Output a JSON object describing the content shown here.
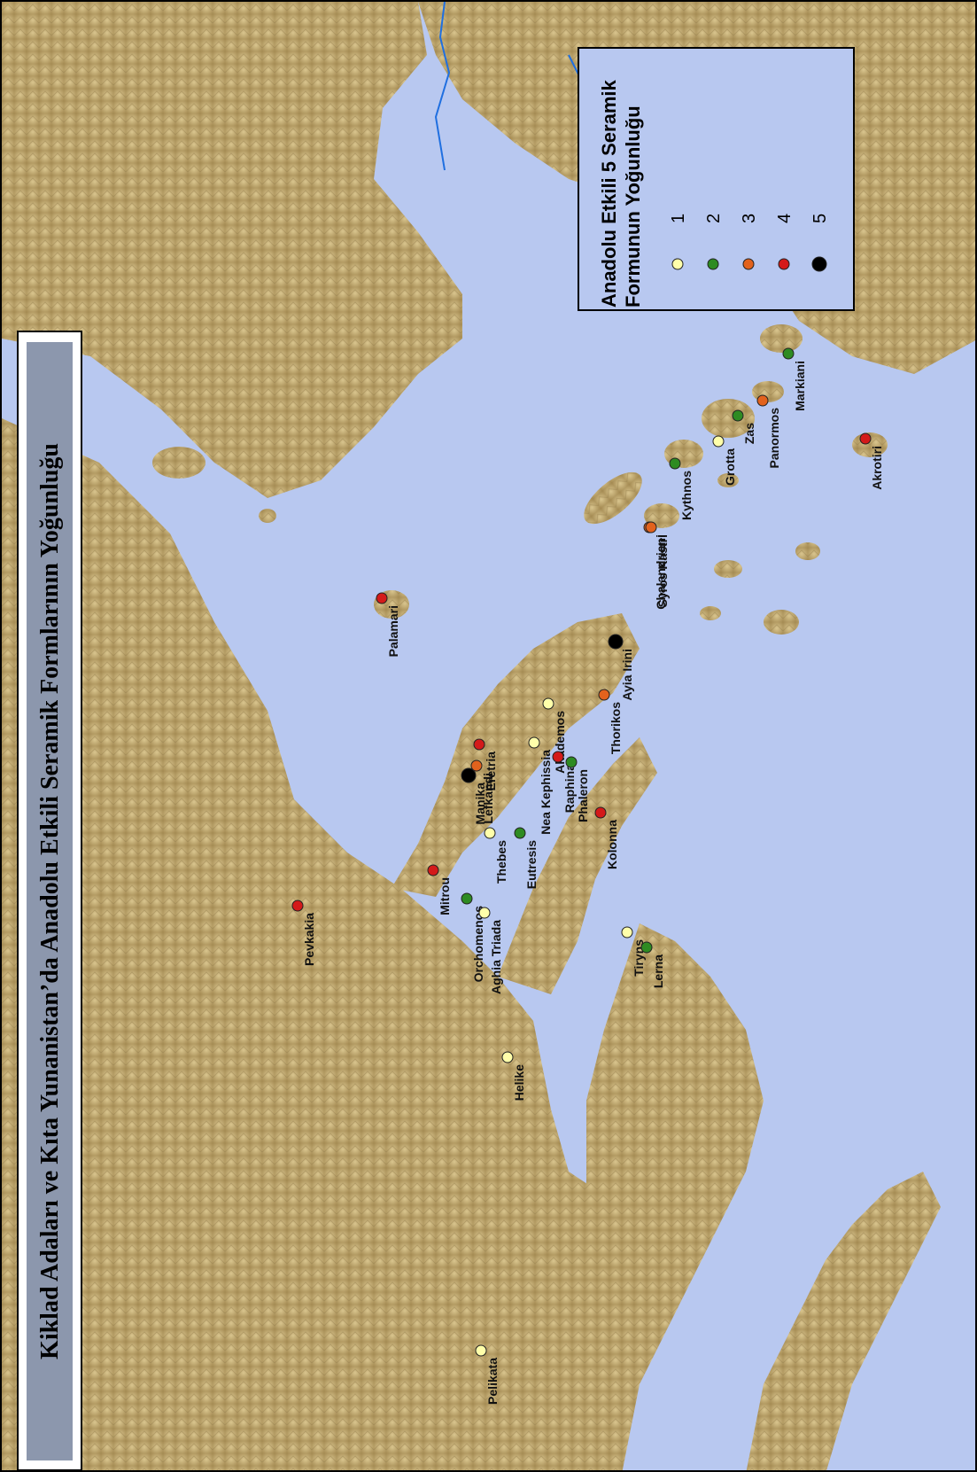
{
  "title": "Kiklad Adaları ve Kıta Yunanistan’da Anadolu Etkili Seramik Formlarının Yoğunluğu",
  "legend": {
    "title_line1": "Anadolu Etkili 5 Seramik",
    "title_line2": "Formunun Yoğunluğu",
    "items": [
      {
        "level": "1",
        "color": "#ffffaa"
      },
      {
        "level": "2",
        "color": "#2e8b22"
      },
      {
        "level": "3",
        "color": "#e2621d"
      },
      {
        "level": "4",
        "color": "#d41a1a"
      },
      {
        "level": "5",
        "color": "#000000"
      }
    ]
  },
  "colors": {
    "sea": "#b8c8f0",
    "land": "#c4ad72",
    "land_dark": "#9c8550",
    "river": "#1f6fe0"
  },
  "sites": [
    {
      "name": "Pelikata",
      "level": 1
    },
    {
      "name": "Helike",
      "level": 1
    },
    {
      "name": "Pevkakia",
      "level": 4
    },
    {
      "name": "Mitrou",
      "level": 4
    },
    {
      "name": "Orchomenos",
      "level": 2
    },
    {
      "name": "Aghia Triada",
      "level": 1
    },
    {
      "name": "Thebes",
      "level": 1
    },
    {
      "name": "Eutresis",
      "level": 2
    },
    {
      "name": "Lefkandi",
      "level": 3
    },
    {
      "name": "Manika",
      "level": 5
    },
    {
      "name": "Eretria",
      "level": 4
    },
    {
      "name": "Nea Kephissia",
      "level": 1
    },
    {
      "name": "Akademos",
      "level": 1
    },
    {
      "name": "Raphina",
      "level": 4
    },
    {
      "name": "Phaleron",
      "level": 2
    },
    {
      "name": "Kolonna",
      "level": 4
    },
    {
      "name": "Tiryns",
      "level": 1
    },
    {
      "name": "Lerna",
      "level": 2
    },
    {
      "name": "Thorikos",
      "level": 3
    },
    {
      "name": "Ayia Irini",
      "level": 5
    },
    {
      "name": "Palamari",
      "level": 4
    },
    {
      "name": "Chalandriani",
      "level": 3
    },
    {
      "name": "Syros Kastri",
      "level": 3
    },
    {
      "name": "Kythnos",
      "level": 2
    },
    {
      "name": "Grotta",
      "level": 1
    },
    {
      "name": "Zas",
      "level": 2
    },
    {
      "name": "Panormos",
      "level": 3
    },
    {
      "name": "Markiani",
      "level": 2
    },
    {
      "name": "Akrotiri",
      "level": 4
    }
  ]
}
